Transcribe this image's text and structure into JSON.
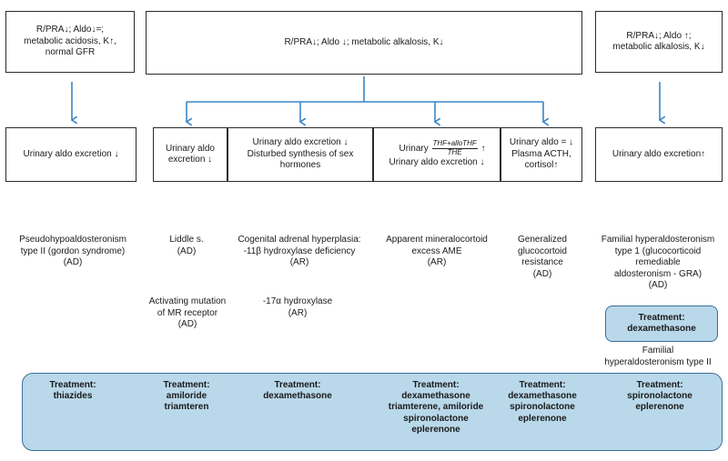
{
  "top_boxes": {
    "left": [
      "R/PRA↓; Aldo↓=;",
      "metabolic acidosis, K↑,",
      "normal GFR"
    ],
    "middle": "R/PRA↓; Aldo ↓; metabolic alkalosis, K↓",
    "right": [
      "R/PRA↓; Aldo ↑;",
      "metabolic alkalosis, K↓"
    ]
  },
  "second_row": {
    "b1": "Urinary aldo excretion ↓",
    "b2": [
      "Urinary aldo",
      "excretion ↓"
    ],
    "b3": [
      "Urinary aldo excretion ↓",
      "Disturbed synthesis of sex",
      "hormones"
    ],
    "b4": {
      "star": "*",
      "prefix": "Urinary",
      "numerator": "THF+alloTHF",
      "denominator": "THE",
      "arrow": "↑",
      "line2": "Urinary aldo excretion ↓"
    },
    "b5": [
      "Urinary aldo = ↓",
      "Plasma ACTH,",
      "cortisol↑"
    ],
    "b6": "Urinary aldo excretion↑"
  },
  "diagnoses": {
    "d1": [
      "Pseudohypoaldosteronism",
      "type II (gordon syndrome)",
      "(AD)"
    ],
    "d2": [
      "Liddle s.",
      "(AD)"
    ],
    "d2b": [
      "Activating mutation",
      "of MR receptor",
      "(AD)"
    ],
    "d3": [
      "Cogenital adrenal hyperplasia:",
      "-11β hydroxylase deficiency",
      "(AR)"
    ],
    "d3b": [
      "-17α hydroxylase",
      "(AR)"
    ],
    "d4": [
      "Apparent mineralocortoid",
      "excess AME",
      "(AR)"
    ],
    "d5": [
      "Generalized",
      "glucocortoid",
      "resistance",
      "(AD)"
    ],
    "d6": [
      "Familial hyperaldosteronism",
      "type 1 (glucocorticoid",
      "remediable",
      "aldosteronism - GRA)",
      "(AD)"
    ],
    "d6_treatment": [
      "Treatment:",
      "dexamethasone"
    ],
    "d7": [
      "Familial",
      "hyperaldosteronism type II"
    ]
  },
  "treatments": [
    [
      "Treatment:",
      "thiazides"
    ],
    [
      "Treatment:",
      "amiloride",
      "triamteren"
    ],
    [
      "Treatment:",
      "dexamethasone"
    ],
    [
      "Treatment:",
      "dexamethasone",
      "triamterene, amiloride",
      "spironolactone",
      "eplerenone"
    ],
    [
      "Treatment:",
      "dexamethasone",
      "spironolactone",
      "eplerenone"
    ],
    [
      "Treatment:",
      "spironolactone",
      "eplerenone"
    ]
  ],
  "colors": {
    "arrow": "#3a86c8",
    "treatment_fill": "#b9d8ea",
    "treatment_border": "#3a6f9a",
    "box_border": "#2a2a2a"
  }
}
